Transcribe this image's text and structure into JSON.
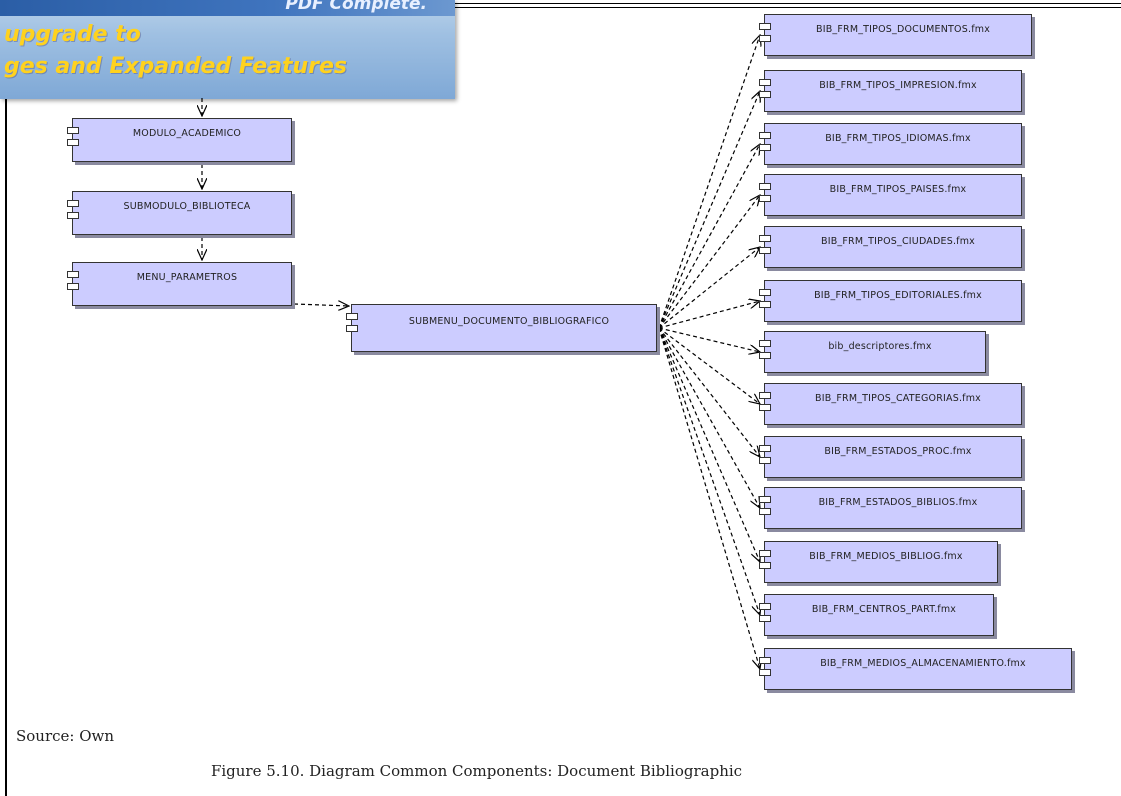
{
  "banner": {
    "top_text": "PDF Complete.",
    "line1": "upgrade to",
    "line2": "ges and Expanded Features"
  },
  "diagram": {
    "chain": [
      {
        "id": "modulo",
        "label": "MODULO_ACADEMICO"
      },
      {
        "id": "submodulo",
        "label": "SUBMODULO_BIBLIOTECA"
      },
      {
        "id": "menu",
        "label": "MENU_PARAMETROS"
      }
    ],
    "hub": {
      "id": "submenu",
      "label": "SUBMENU_DOCUMENTO_BIBLIOGRAFICO"
    },
    "targets": [
      {
        "label": "BIB_FRM_TIPOS_DOCUMENTOS.fmx"
      },
      {
        "label": "BIB_FRM_TIPOS_IMPRESION.fmx"
      },
      {
        "label": "BIB_FRM_TIPOS_IDIOMAS.fmx"
      },
      {
        "label": "BIB_FRM_TIPOS_PAISES.fmx"
      },
      {
        "label": "BIB_FRM_TIPOS_CIUDADES.fmx"
      },
      {
        "label": "BIB_FRM_TIPOS_EDITORIALES.fmx"
      },
      {
        "label": "bib_descriptores.fmx"
      },
      {
        "label": "BIB_FRM_TIPOS_CATEGORIAS.fmx"
      },
      {
        "label": "BIB_FRM_ESTADOS_PROC.fmx"
      },
      {
        "label": "BIB_FRM_ESTADOS_BIBLIOS.fmx"
      },
      {
        "label": "BIB_FRM_MEDIOS_BIBLIOG.fmx"
      },
      {
        "label": "BIB_FRM_CENTROS_PART.fmx"
      },
      {
        "label": "BIB_FRM_MEDIOS_ALMACENAMIENTO.fmx"
      }
    ]
  },
  "source": "Source: Own",
  "caption": "Figure 5.10. Diagram Common Components: Document Bibliographic"
}
